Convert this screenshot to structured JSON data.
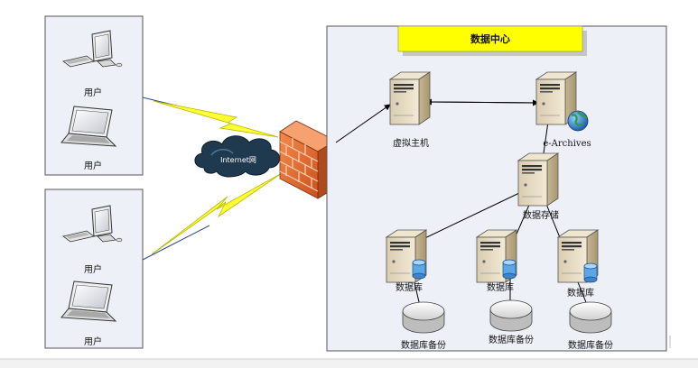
{
  "user_groups": [
    {
      "users": [
        {
          "label": "用户",
          "device": "desktop"
        },
        {
          "label": "用户",
          "device": "laptop"
        }
      ]
    },
    {
      "users": [
        {
          "label": "用户",
          "device": "desktop"
        },
        {
          "label": "用户",
          "device": "laptop"
        }
      ]
    }
  ],
  "internet": {
    "label": "Internet网"
  },
  "data_center": {
    "title": "数据中心",
    "virtual_host": {
      "label": "虚拟主机"
    },
    "archives_server": {
      "label": "e-Archives",
      "icon": "globe-icon"
    },
    "storage": {
      "label": "数据存储"
    },
    "databases": [
      {
        "label": "数据库",
        "backup_label": "数据库备份"
      },
      {
        "label": "数据库",
        "backup_label": "数据库备份"
      },
      {
        "label": "数据库",
        "backup_label": "数据库备份"
      }
    ]
  },
  "colors": {
    "panel_bg": "#eef0f8",
    "title_bg": "#ffff00",
    "lightning": "#ffff33",
    "firewall": "#e8743a",
    "cloud": "#1f3a4f",
    "server": "#e8dcc2"
  }
}
